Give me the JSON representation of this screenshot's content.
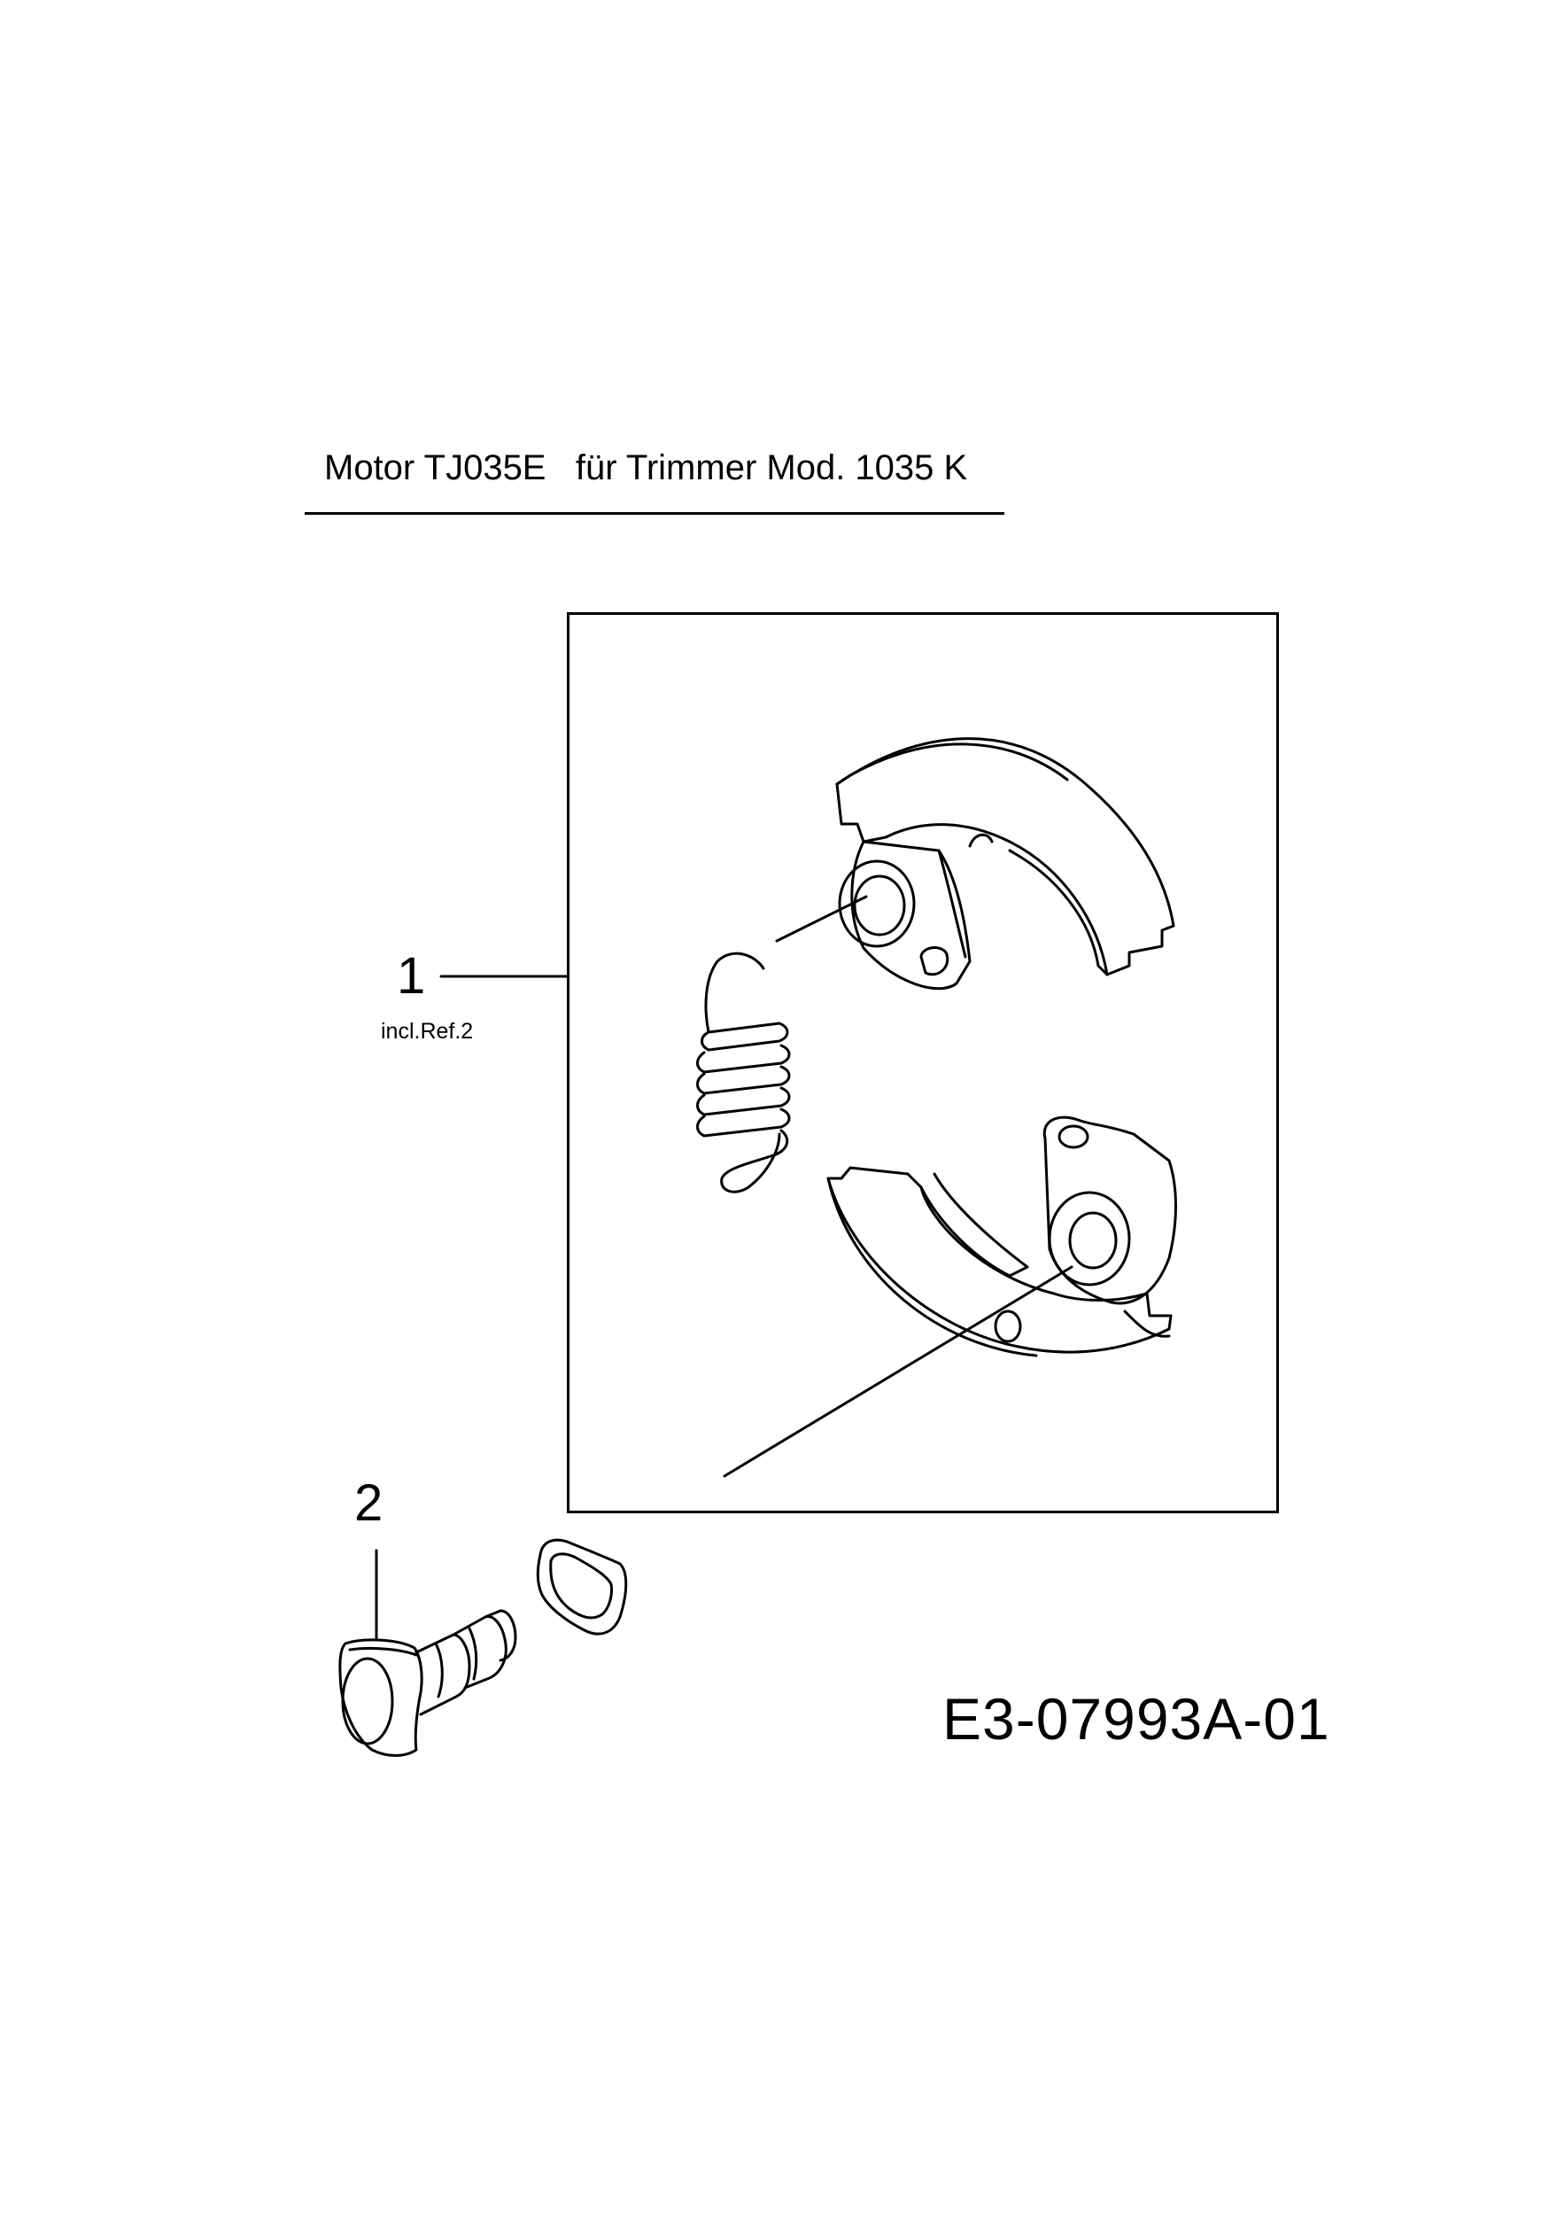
{
  "header": {
    "title": "Motor TJ035E   für Trimmer Mod. 1035 K"
  },
  "callouts": [
    {
      "ref": "1",
      "note": "incl.Ref.2"
    },
    {
      "ref": "2",
      "note": ""
    }
  ],
  "footer": {
    "drawing_id": "E3-07993A-01"
  },
  "colors": {
    "line": "#000000",
    "background": "#ffffff"
  },
  "icons": [
    "clutch-shoe-icon",
    "clutch-spring-icon",
    "shoulder-bolt-icon",
    "washer-icon"
  ]
}
